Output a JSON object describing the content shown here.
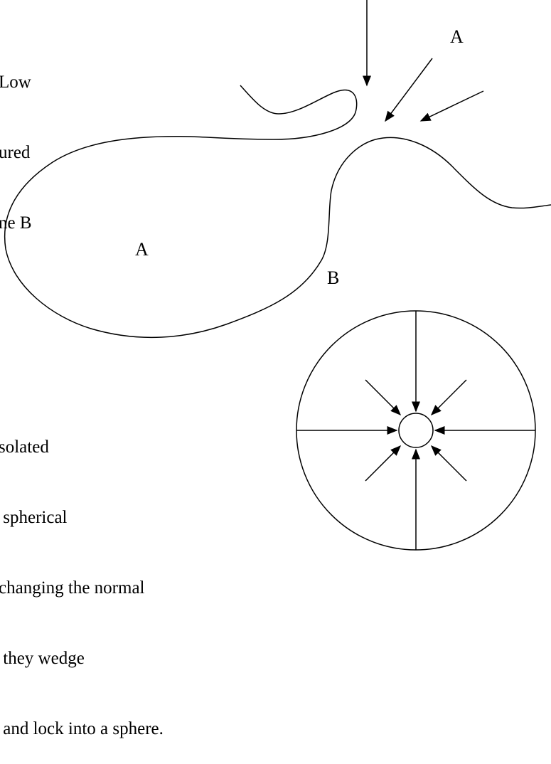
{
  "text_top_left": [
    "Low",
    "ured",
    "ne B"
  ],
  "text_bottom_left": [
    "solated",
    " spherical",
    "changing the normal",
    " they wedge",
    " and lock into a sphere."
  ],
  "labels": {
    "a_top": "A",
    "a_center": "A",
    "b": "B"
  },
  "colors": {
    "stroke": "#000000",
    "background": "#ffffff"
  }
}
